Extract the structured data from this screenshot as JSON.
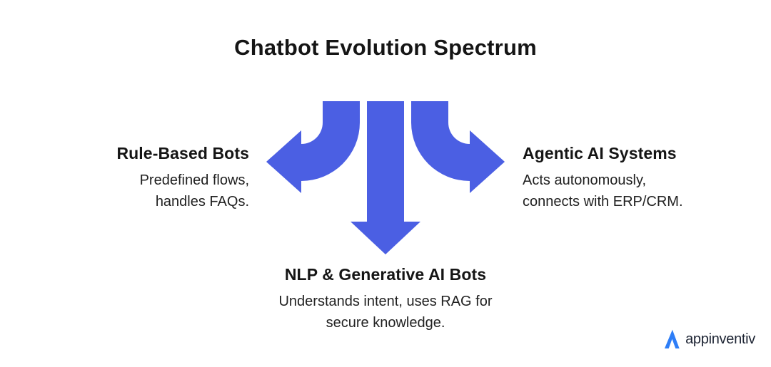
{
  "title": "Chatbot Evolution Spectrum",
  "colors": {
    "arrow": "#4B5FE3",
    "heading": "#151515",
    "body": "#212121",
    "logo_blue": "#2E7EF7",
    "logo_text": "#1D2433",
    "background": "#FFFFFF"
  },
  "nodes": {
    "left": {
      "heading": "Rule-Based Bots",
      "lines": [
        "Predefined flows,",
        "handles FAQs."
      ]
    },
    "bottom": {
      "heading": "NLP & Generative AI Bots",
      "lines": [
        "Understands intent, uses RAG for",
        "secure knowledge."
      ]
    },
    "right": {
      "heading": "Agentic AI Systems",
      "lines": [
        "Acts autonomously,",
        "connects with ERP/CRM."
      ]
    }
  },
  "logo": {
    "text": "appinventiv",
    "mark": "appinventiv-a-mark-icon"
  }
}
